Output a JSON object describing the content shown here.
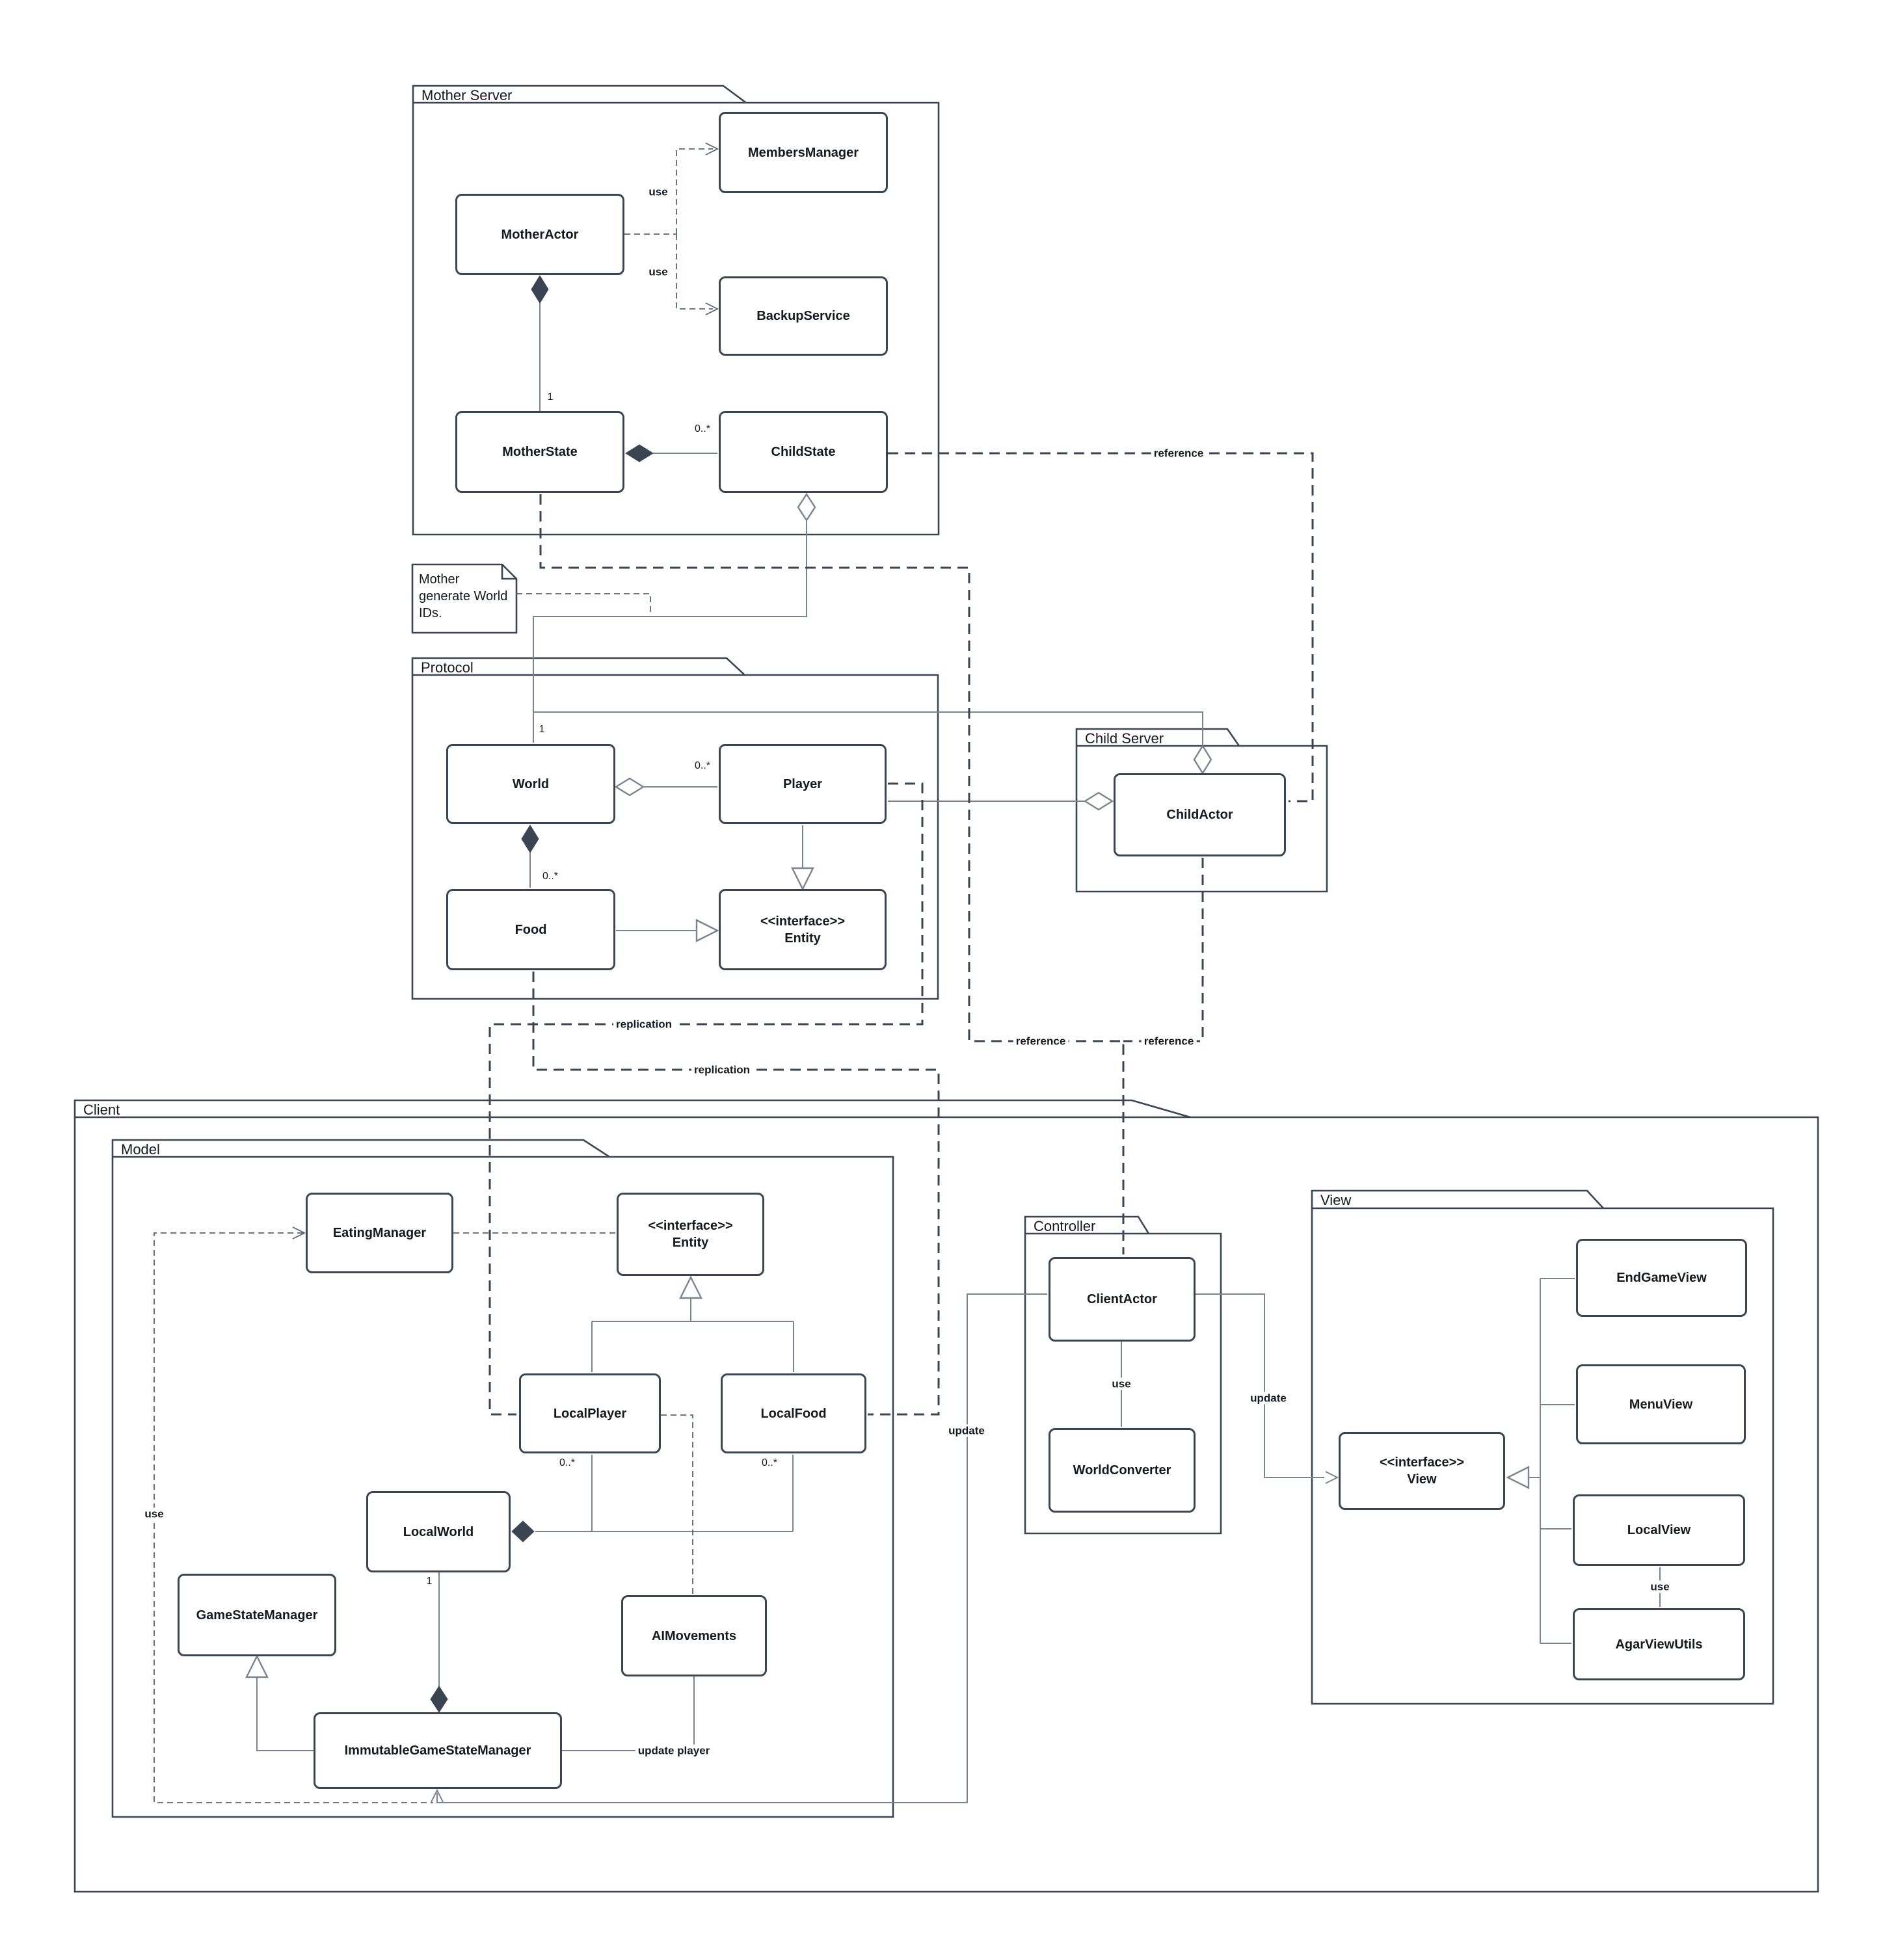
{
  "packages": {
    "mother_server": {
      "label": "Mother Server"
    },
    "protocol": {
      "label": "Protocol"
    },
    "child_server": {
      "label": "Child Server"
    },
    "client": {
      "label": "Client"
    },
    "model": {
      "label": "Model"
    },
    "controller": {
      "label": "Controller"
    },
    "view": {
      "label": "View"
    }
  },
  "classes": {
    "members_manager": {
      "label": "MembersManager"
    },
    "mother_actor": {
      "label": "MotherActor"
    },
    "backup_service": {
      "label": "BackupService"
    },
    "mother_state": {
      "label": "MotherState"
    },
    "child_state": {
      "label": "ChildState"
    },
    "world": {
      "label": "World"
    },
    "player": {
      "label": "Player"
    },
    "food": {
      "label": "Food"
    },
    "entity_protocol": {
      "stereotype": "<<interface>>",
      "label": "Entity"
    },
    "child_actor": {
      "label": "ChildActor"
    },
    "eating_manager": {
      "label": "EatingManager"
    },
    "entity_client": {
      "stereotype": "<<interface>>",
      "label": "Entity"
    },
    "local_player": {
      "label": "LocalPlayer"
    },
    "local_food": {
      "label": "LocalFood"
    },
    "local_world": {
      "label": "LocalWorld"
    },
    "game_state_manager": {
      "label": "GameStateManager"
    },
    "ai_movements": {
      "label": "AIMovements"
    },
    "immutable_game_state_manager": {
      "label": "ImmutableGameStateManager"
    },
    "client_actor": {
      "label": "ClientActor"
    },
    "world_converter": {
      "label": "WorldConverter"
    },
    "end_game_view": {
      "label": "EndGameView"
    },
    "menu_view": {
      "label": "MenuView"
    },
    "view_interface": {
      "stereotype": "<<interface>>",
      "label": "View"
    },
    "local_view": {
      "label": "LocalView"
    },
    "agar_view_utils": {
      "label": "AgarViewUtils"
    }
  },
  "note": {
    "text": "Mother generate World IDs."
  },
  "edge_labels": {
    "use_members": "use",
    "use_backup": "use",
    "mult_mother_actor_state": "1",
    "mult_child_state": "0..*",
    "reference_child_state": "reference",
    "mult_world": "1",
    "mult_player": "0..*",
    "mult_food": "0..*",
    "replication_player": "replication",
    "replication_food": "replication",
    "reference_mother": "reference",
    "reference_child_actor": "reference",
    "use_eating": "use",
    "mult_local_player": "0..*",
    "mult_local_food": "0..*",
    "mult_local_world": "1",
    "update_game_state": "update",
    "update_player": "update player",
    "use_world_converter": "use",
    "update_view": "update",
    "use_agar": "use"
  },
  "colors": {
    "box_border": "#3b4552",
    "edge": "#7b838e",
    "heavy_edge": "#3b4552",
    "text": "#16191f",
    "background": "#ffffff"
  }
}
